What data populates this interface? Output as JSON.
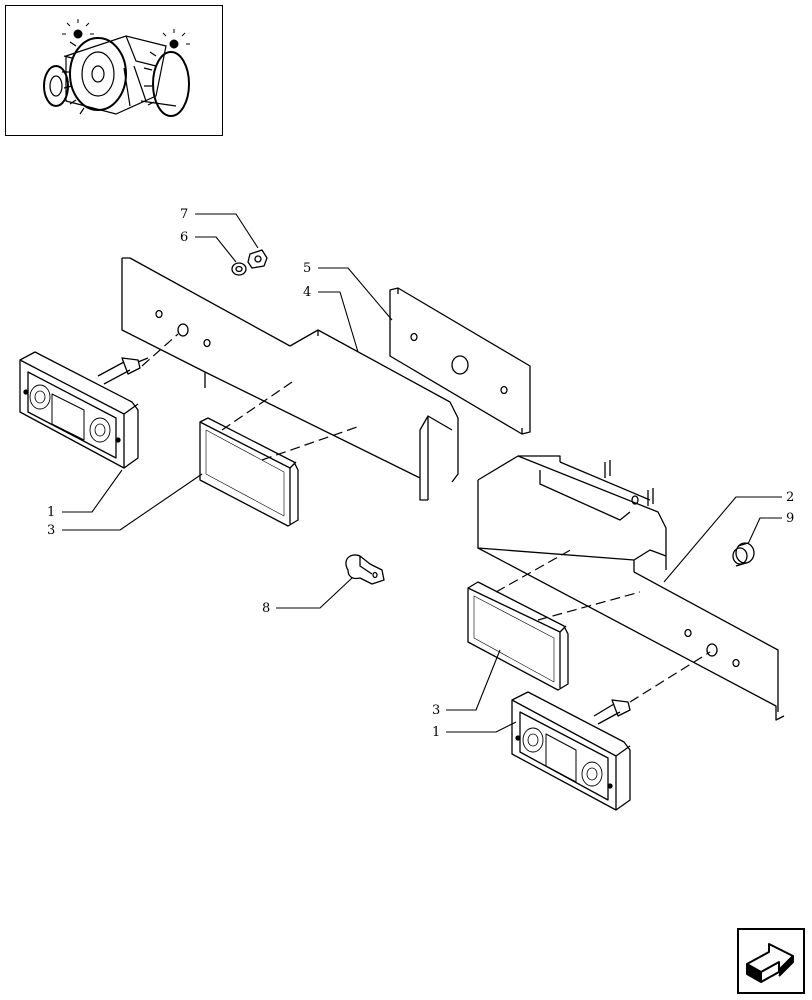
{
  "callouts": {
    "c1_left": "1",
    "c3_left": "3",
    "c5": "5",
    "c4": "4",
    "c6": "6",
    "c7": "7",
    "c8": "8",
    "c2": "2",
    "c9": "9",
    "c3_right": "3",
    "c1_right": "1"
  },
  "icons": {
    "thumbnail": "tractor-thumbnail-icon",
    "nav": "next-page-arrow-icon"
  }
}
